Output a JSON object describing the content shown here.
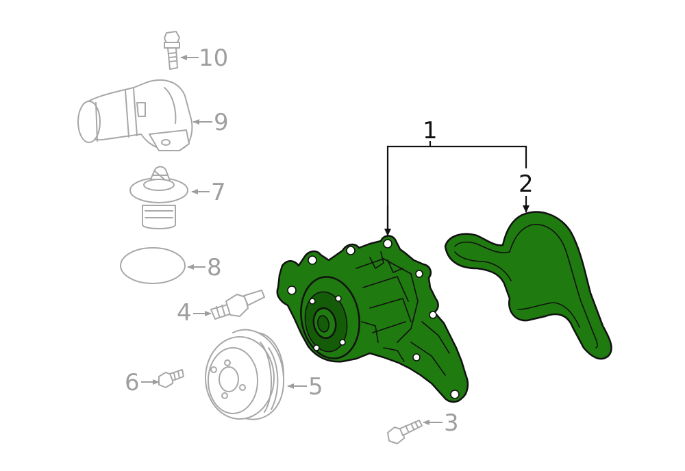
{
  "callouts": {
    "c1": "1",
    "c2": "2",
    "c3": "3",
    "c4": "4",
    "c5": "5",
    "c6": "6",
    "c7": "7",
    "c8": "8",
    "c9": "9",
    "c10": "10"
  },
  "colors": {
    "highlight": "#1f7a0f",
    "outline": "#111111",
    "ghost": "#a7a7a7"
  }
}
